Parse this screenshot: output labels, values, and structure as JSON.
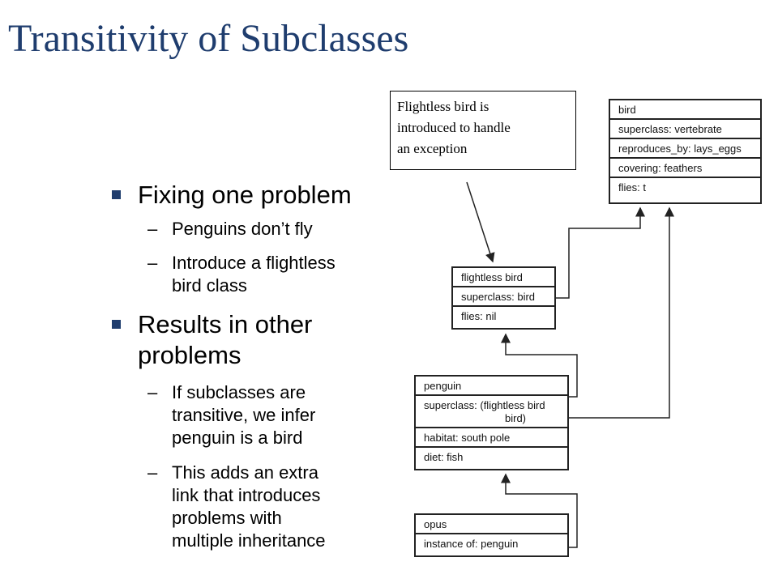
{
  "title": "Transitivity of Subclasses",
  "bullets": [
    {
      "text": "Fixing one problem",
      "subs": [
        "Penguins don’t fly",
        "Introduce a flightless",
        "bird class"
      ]
    },
    {
      "text": "Results in other",
      "text2": "problems",
      "subs": [
        "If subclasses are",
        "transitive, we infer",
        "penguin is a bird",
        "This adds an extra",
        "link that introduces",
        "problems with",
        "multiple inheritance"
      ]
    }
  ],
  "callout": {
    "line1": "Flightless bird is",
    "line2": "introduced to handle",
    "line3": "an exception"
  },
  "frames": {
    "bird": [
      "bird",
      "superclass: vertebrate",
      "reproduces_by: lays_eggs",
      "covering: feathers",
      "flies: t"
    ],
    "flightless": [
      "flightless bird",
      "superclass: bird",
      "flies: nil"
    ],
    "penguin": [
      "penguin",
      "superclass: (flightless bird",
      "bird)",
      "habitat: south pole",
      "diet: fish"
    ],
    "opus": [
      "opus",
      "instance of: penguin"
    ]
  }
}
